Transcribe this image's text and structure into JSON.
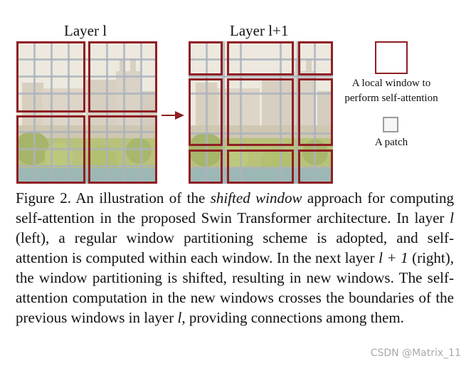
{
  "figure": {
    "left_title": "Layer l",
    "right_title": "Layer l+1",
    "legend_window_text_line1": "A local window to",
    "legend_window_text_line2": "perform self-attention",
    "legend_patch_text": "A patch",
    "colors": {
      "window_border": "#8f1f24",
      "patch_border": "#9b9b9b",
      "grid": "#aab2be"
    }
  },
  "caption": {
    "prefix": "Figure 2. An illustration of the ",
    "italic_phrase": "shifted window",
    "body_1": " approach for computing self-attention in the proposed Swin Transformer architecture. In layer ",
    "l1": "l",
    "body_2": " (left), a regular window partitioning scheme is adopted, and self-attention is computed within each window. In the next layer ",
    "l2": "l + 1",
    "body_3": " (right), the window partitioning is shifted, resulting in new windows. The self-attention computation in the new windows crosses the boundaries of the previous windows in layer ",
    "l3": "l",
    "body_4": ", providing connections among them."
  },
  "watermark": "CSDN @Matrix_11"
}
